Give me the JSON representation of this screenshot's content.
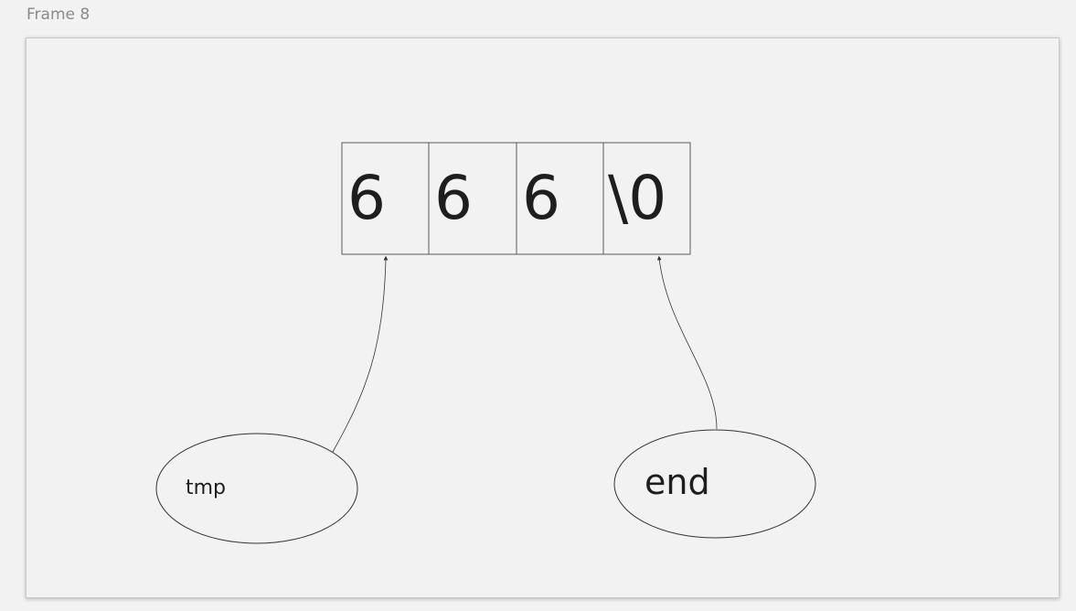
{
  "frame": {
    "title": "Frame 8"
  },
  "array": {
    "cells": [
      "6",
      "6",
      "6",
      "\\0"
    ]
  },
  "pointers": {
    "tmp": {
      "label": "tmp"
    },
    "end": {
      "label": "end"
    }
  },
  "colors": {
    "background": "#f2f2f2",
    "stroke": "#5a5a5a",
    "text": "#1e1e1e",
    "frame_label": "#8a8a8a"
  }
}
